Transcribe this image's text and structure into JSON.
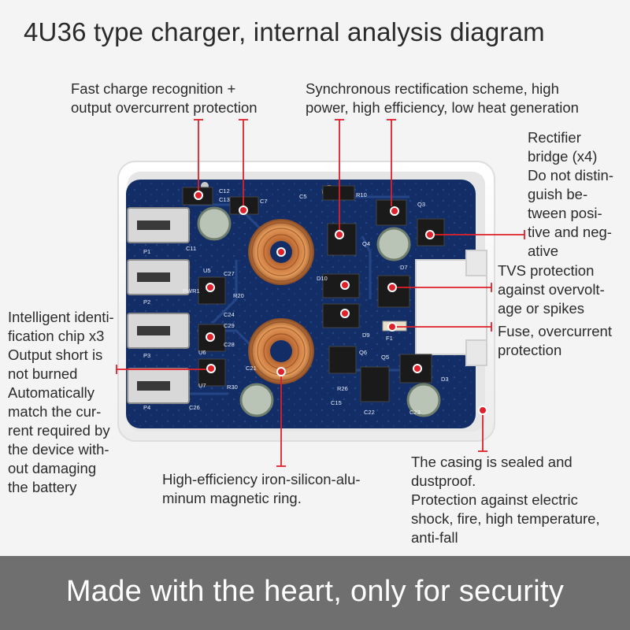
{
  "title": "4U36 type charger, internal analysis diagram",
  "annotations": {
    "fast_charge": "Fast charge recognition +\noutput overcurrent protection",
    "sync_rect": "Synchronous rectification scheme, high\npower, high efficiency, low heat generation",
    "rectifier": "Rectifier\nbridge (x4)\nDo not distin-\nguish be-\ntween posi-\ntive and neg-\native",
    "tvs": "TVS protection\nagainst overvolt-\nage or spikes",
    "fuse": "Fuse, overcurrent\nprotection",
    "intelligent": "Intelligent identi-\nfication chip x3\nOutput short is\nnot burned\nAutomatically\nmatch the cur-\nrent required by\nthe device with-\nout damaging\nthe battery",
    "magnetic": "High-efficiency iron-silicon-alu-\nminum magnetic ring.",
    "casing": "The casing is sealed and\ndustproof.\nProtection against electric\nshock, fire, high temperature,\nanti-fall"
  },
  "board_labels": [
    "C12",
    "C13",
    "C7",
    "C5",
    "R10",
    "Q3",
    "C11",
    "C27",
    "R20",
    "C24",
    "PWR1",
    "C29",
    "C28",
    "C21",
    "R30",
    "C26",
    "D10",
    "D9",
    "Q4",
    "D7",
    "F1",
    "Q6",
    "Q5",
    "D3",
    "R26",
    "C15",
    "C22",
    "C23",
    "P1",
    "P2",
    "P3",
    "P4",
    "U5",
    "U6",
    "U7"
  ],
  "footer": "Made with the heart, only for security",
  "colors": {
    "marker": "#e0202a",
    "pcb": "#13306a",
    "footer_bg": "#6f6f6f"
  }
}
